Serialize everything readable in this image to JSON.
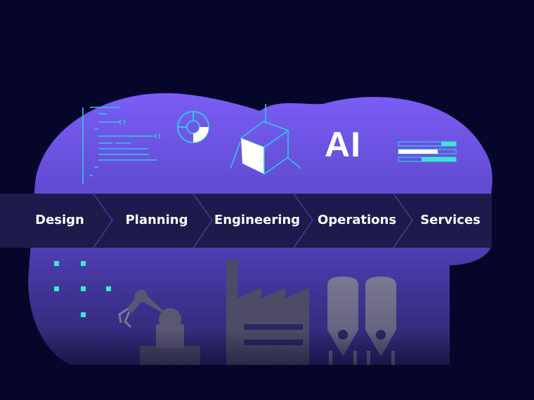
{
  "process": {
    "steps": [
      {
        "label": "Design"
      },
      {
        "label": "Planning"
      },
      {
        "label": "Engineering"
      },
      {
        "label": "Operations"
      },
      {
        "label": "Services"
      }
    ]
  },
  "ai_badge": {
    "label": "AI"
  },
  "colors": {
    "background": "#06062a",
    "cloud_top": "#7a5cf5",
    "cloud_bottom": "#3a2f86",
    "band": "#1d1a4c",
    "accent_teal": "#3ee6d0",
    "accent_cyan": "#2fc6e6",
    "industrial_gray": "#4e4b66"
  },
  "icons": [
    "code-editor-icon",
    "donut-chart-icon",
    "cube-icon",
    "progress-bars-icon",
    "dot-grid-icon",
    "robot-arm-icon",
    "factory-icon",
    "silo-icon"
  ]
}
